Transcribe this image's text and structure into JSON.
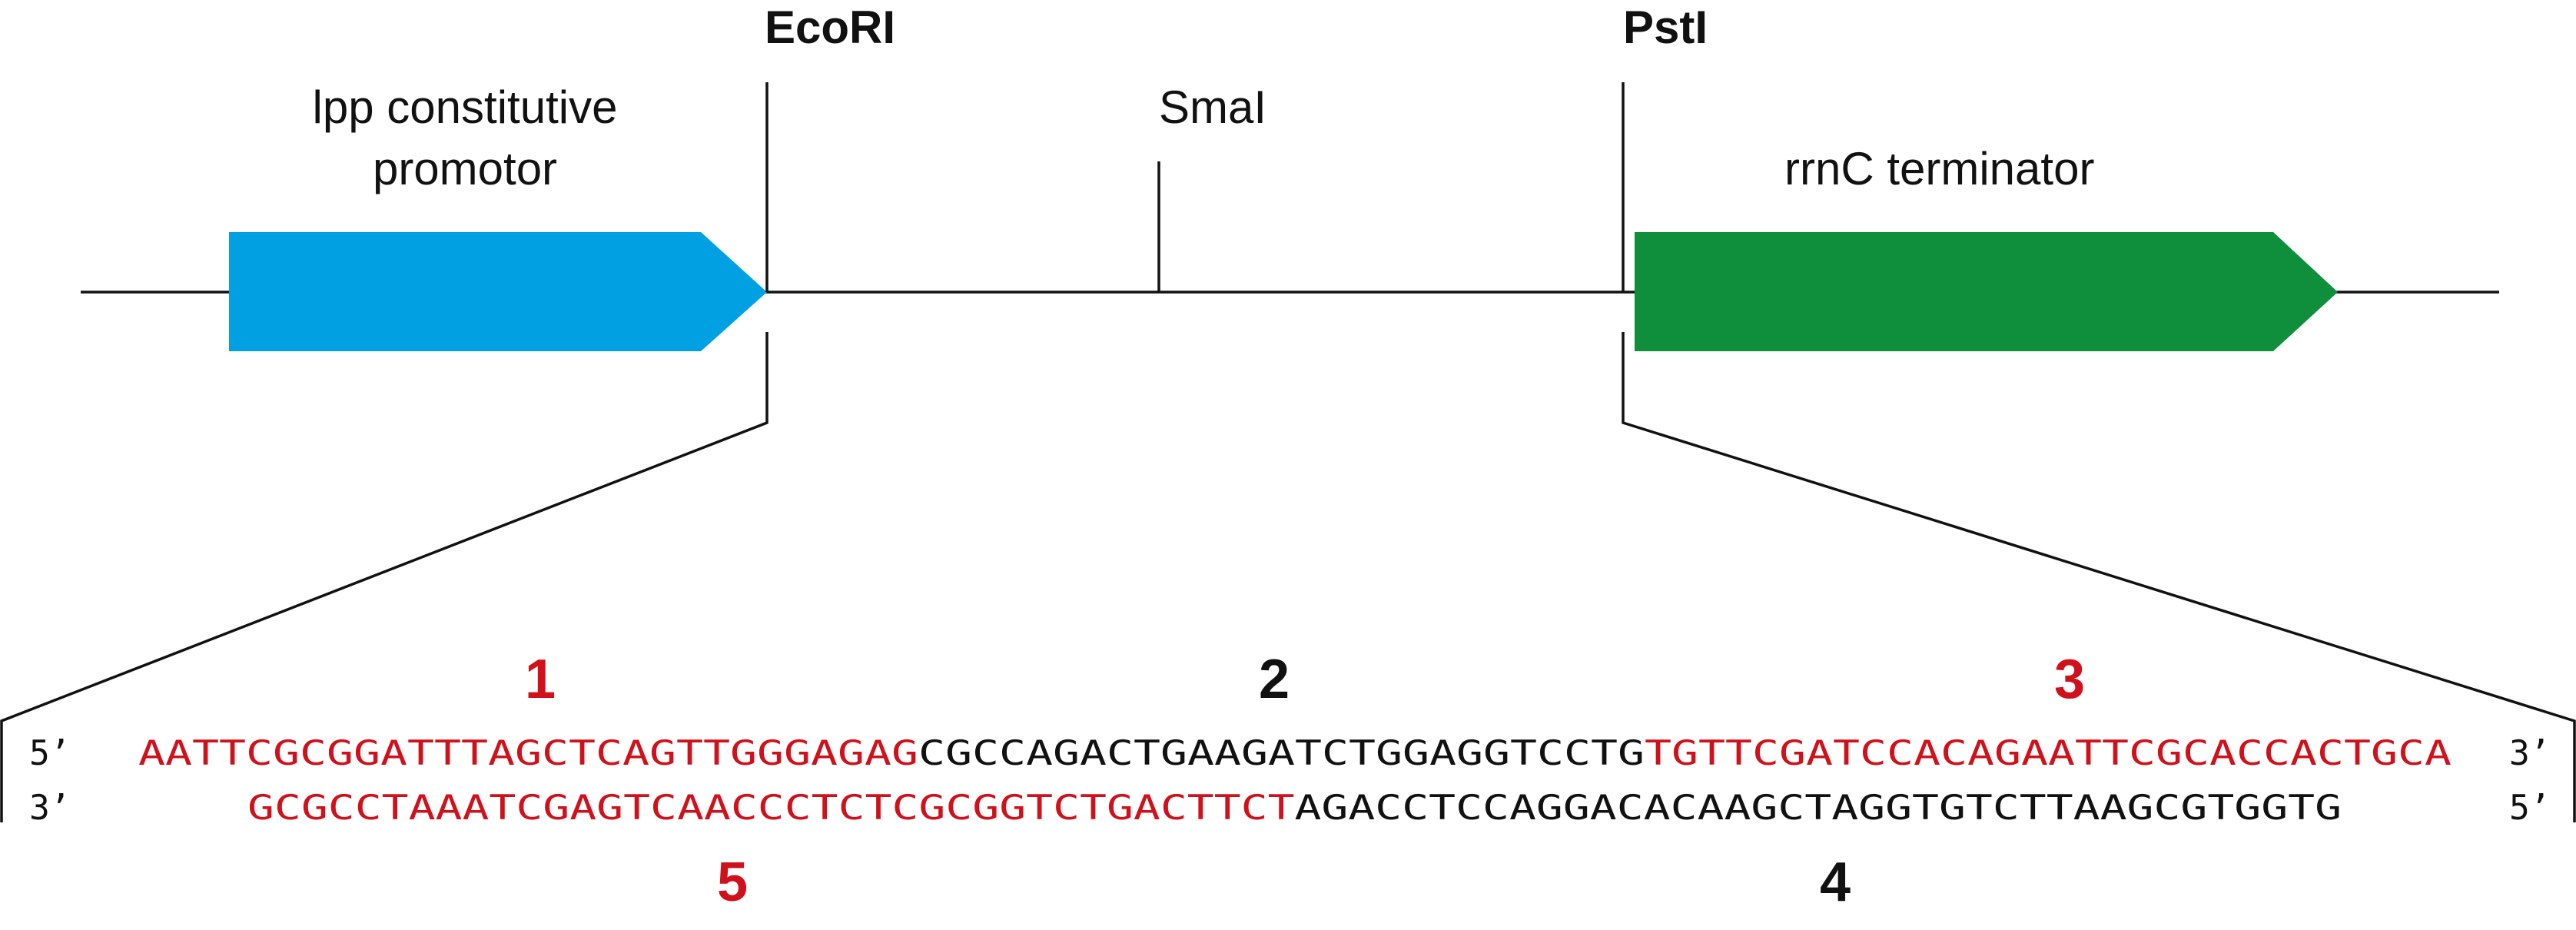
{
  "colors": {
    "promoter": "#00a0e2",
    "terminator": "#0f8e3c",
    "highlight": "#d0111b",
    "line": "#111111"
  },
  "map": {
    "promoter_label_line1": "lpp constitutive",
    "promoter_label_line2": "promotor",
    "ecori_label": "EcoRI",
    "smai_label": "SmaI",
    "psti_label": "PstI",
    "terminator_label": "rrnC terminator"
  },
  "sequence": {
    "top_5prime": "5’",
    "top_3prime": "3’",
    "bottom_3prime": "3’",
    "bottom_5prime": "5’",
    "top_seg1": "AATTCGCGGATTTAGCTCAGTTGGGAGAG",
    "top_seg2": "CGCCAGACTGAAGATCTGGAGGTCCTG",
    "top_seg3": "TGTTCGATCCACAGAATTCGCACCACTGCA",
    "bottom_seg5": "GCGCCTAAATCGAGTCAACCCTCTCGCGGTCTGACTTCT",
    "bottom_seg4": "AGACCTCCAGGACACAAGCTAGGTGTCTTAAGCGTGGTG"
  },
  "oligos": {
    "n1": "1",
    "n2": "2",
    "n3": "3",
    "n4": "4",
    "n5": "5"
  }
}
